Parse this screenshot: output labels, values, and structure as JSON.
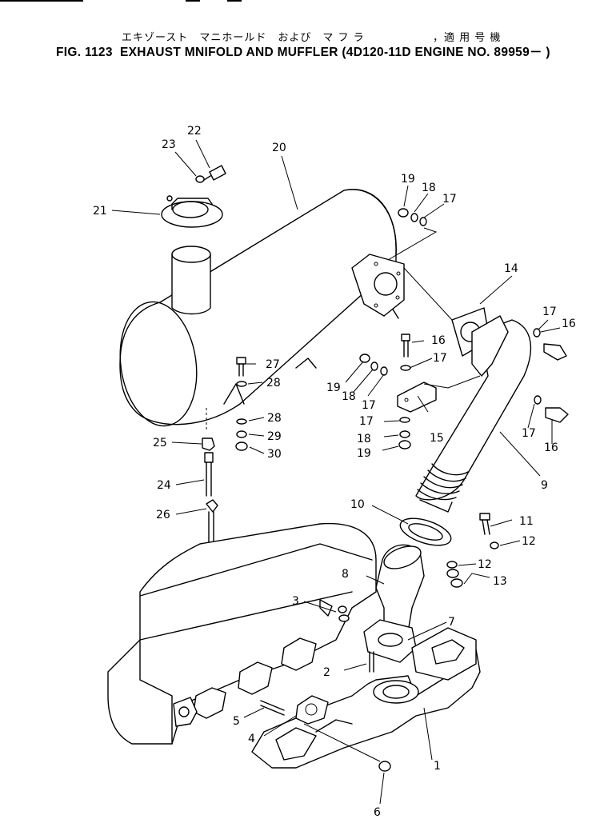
{
  "header": {
    "title_jp": "エキゾースト　マニホールド　および　マ フ ラ",
    "applicability_jp": "，適 用 号 機",
    "title_en": "FIG. 1123  EXHAUST MNIFOLD AND MUFFLER (4D120-11D ENGINE NO. 89959－ )"
  },
  "callouts": {
    "n1": "1",
    "n2": "2",
    "n3": "3",
    "n4": "4",
    "n5": "5",
    "n6": "6",
    "n7": "7",
    "n8": "8",
    "n9": "9",
    "n10": "10",
    "n11": "11",
    "n12a": "12",
    "n12b": "12",
    "n13": "13",
    "n14": "14",
    "n15": "15",
    "n16a": "16",
    "n16b": "16",
    "n16c": "16",
    "n17a": "17",
    "n17b": "17",
    "n17c": "17",
    "n17d": "17",
    "n17e": "17",
    "n17f": "17",
    "n18a": "18",
    "n18b": "18",
    "n18c": "18",
    "n19a": "19",
    "n19b": "19",
    "n19c": "19",
    "n20": "20",
    "n21": "21",
    "n22": "22",
    "n23": "23",
    "n24": "24",
    "n25": "25",
    "n26": "26",
    "n27": "27",
    "n28a": "28",
    "n28b": "28",
    "n29": "29",
    "n30": "30"
  }
}
